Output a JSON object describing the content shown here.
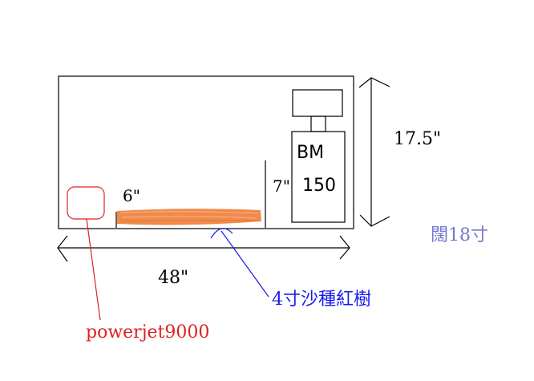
{
  "labels": {
    "height": "17.5\"",
    "width": "48\"",
    "depth": "闊18寸",
    "left_wall": "6\"",
    "right_wall": "7\"",
    "sump_line1": "BM",
    "sump_line2": "150",
    "pump": "powerjet9000",
    "sand": "4寸沙種紅樹"
  },
  "colors": {
    "outline": "#000000",
    "pump": "#dd2222",
    "sand": "#f08a4b",
    "sand_label": "#1a1aee",
    "depth_label": "#7777cc"
  }
}
